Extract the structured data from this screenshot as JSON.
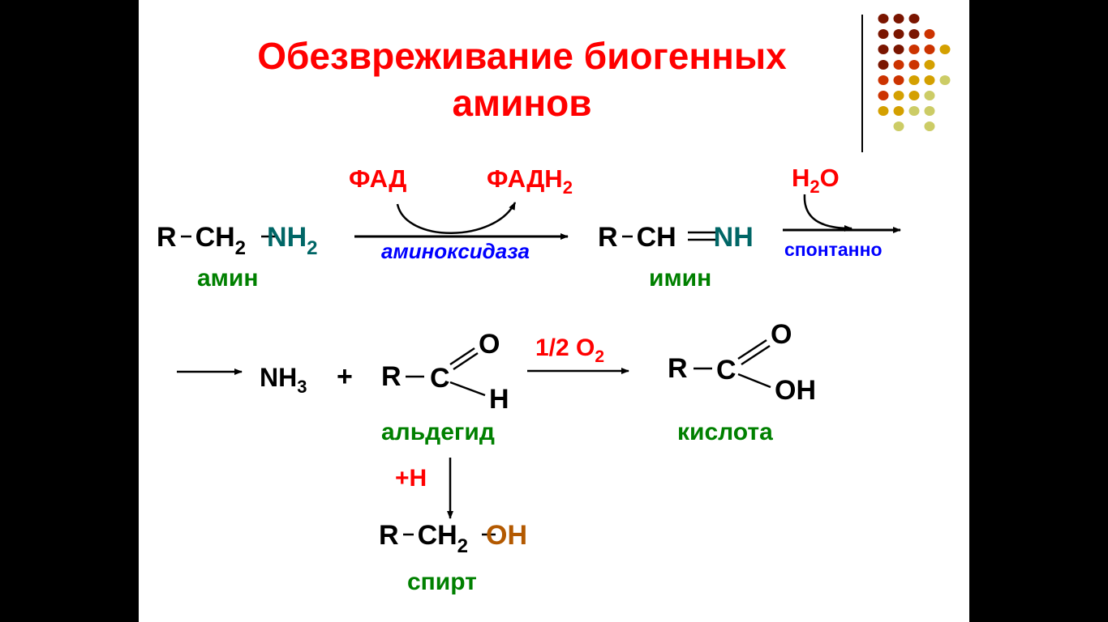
{
  "title": {
    "line1": "Обезвреживание биогенных",
    "line2": "аминов"
  },
  "reaction1": {
    "amine_r": "R",
    "amine_ch": "CH",
    "amine_ch_sub": "2",
    "amine_nh": "NH",
    "amine_nh_sub": "2",
    "amine_label": "амин",
    "cofactor_in": "ФАД",
    "cofactor_out": "ФАДН",
    "cofactor_out_sub": "2",
    "enzyme": "аминоксидаза",
    "imine_r": "R",
    "imine_ch": "CH",
    "imine_nh": "NH",
    "imine_label": "имин",
    "water": "H",
    "water_sub": "2",
    "water_o": "O",
    "spontaneous": "спонтанно"
  },
  "reaction2": {
    "ammonia": "NH",
    "ammonia_sub": "3",
    "plus": "+",
    "ald_r": "R",
    "ald_c": "C",
    "ald_o": "O",
    "ald_h": "H",
    "ald_label": "альдегид",
    "oxidant": "1/2 O",
    "oxidant_sub": "2",
    "acid_r": "R",
    "acid_c": "C",
    "acid_o": "O",
    "acid_oh": "OH",
    "acid_label": "кислота",
    "reductant": "+H",
    "alc_r": "R",
    "alc_ch": "CH",
    "alc_ch_sub": "2",
    "alc_oh": "OH",
    "alc_label": "спирт"
  },
  "colors": {
    "dark": "#7a1500",
    "orange": "#cc3300",
    "gold": "#d4a000",
    "light": "#cccc66"
  }
}
